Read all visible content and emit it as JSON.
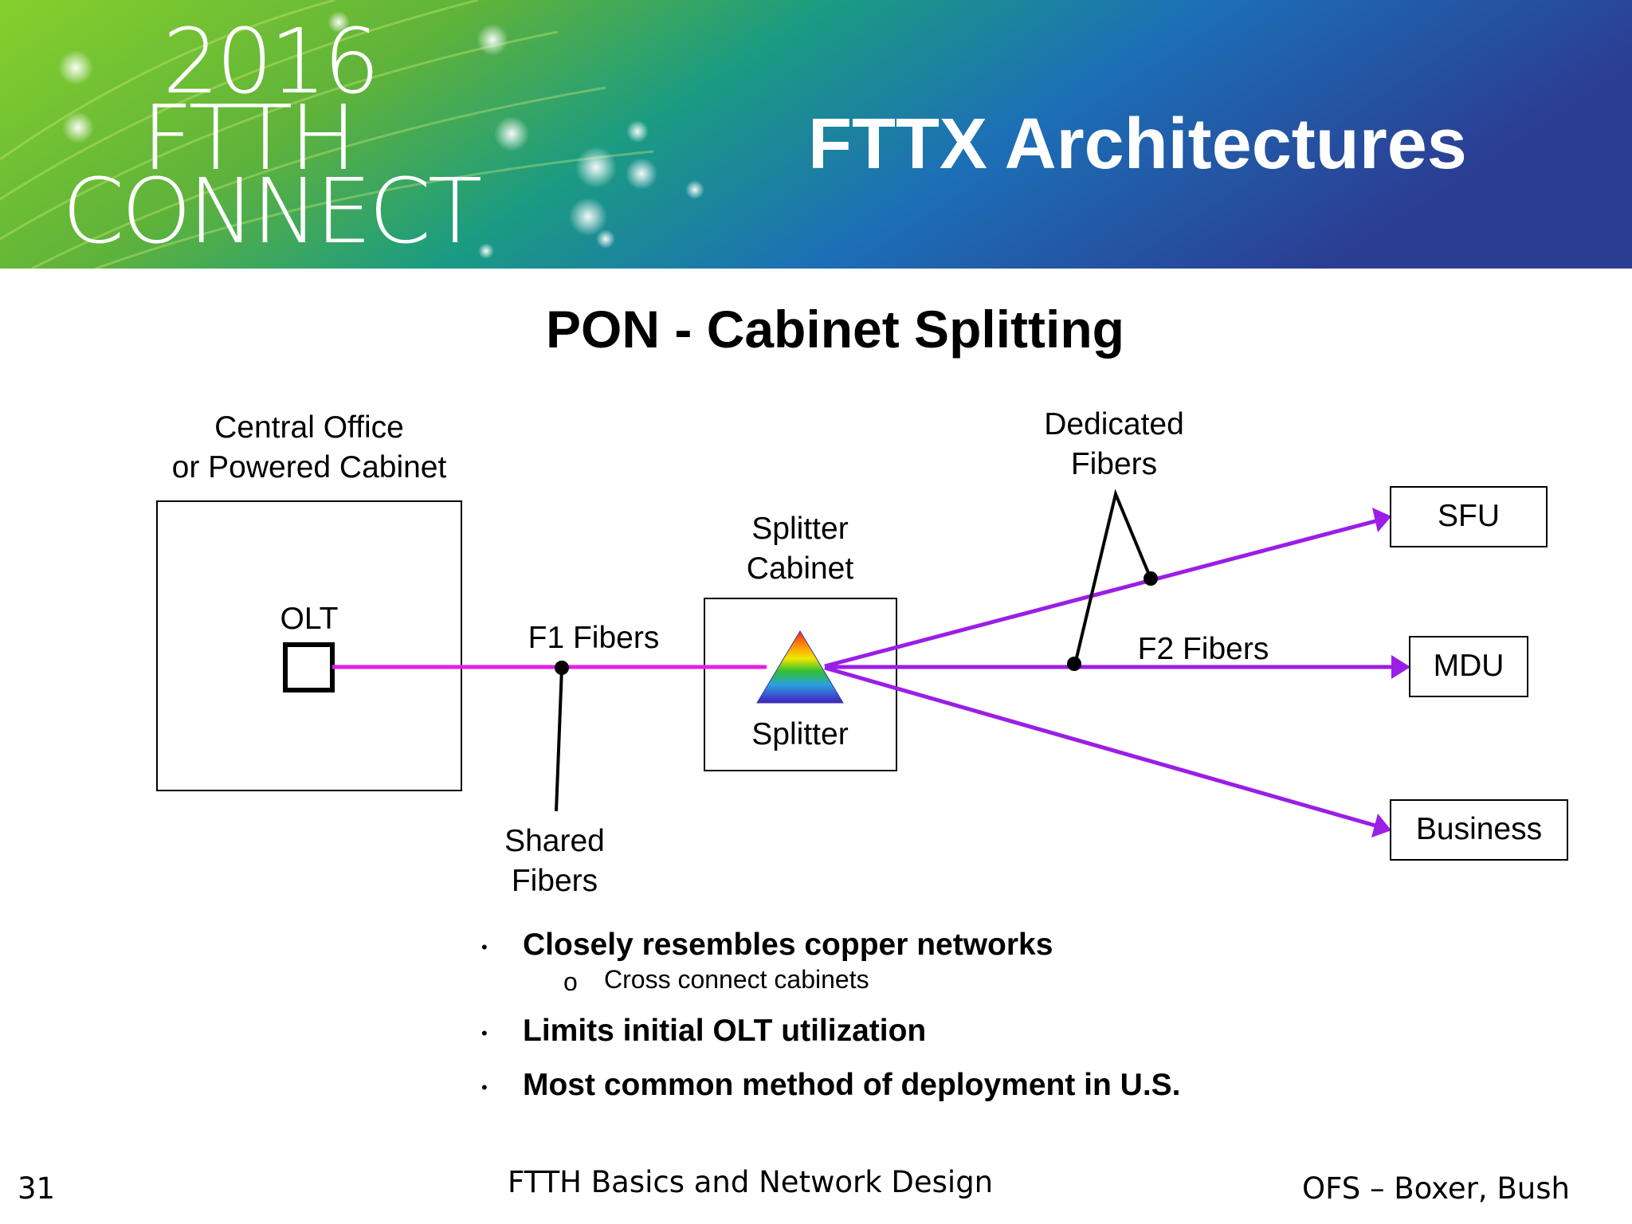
{
  "banner": {
    "logo_year": "2016",
    "logo_line2": "FTTH",
    "logo_line3": "CONNECT",
    "title": "FTTX Architectures",
    "gradient_colors": [
      "#7cc82a",
      "#1a9a7a",
      "#1c6fb6",
      "#2a3f95"
    ]
  },
  "slide_title": "PON - Cabinet Splitting",
  "diagram": {
    "central_office_label_line1": "Central Office",
    "central_office_label_line2": "or Powered Cabinet",
    "olt_label": "OLT",
    "f1_label": "F1 Fibers",
    "shared_label_line1": "Shared",
    "shared_label_line2": "Fibers",
    "splitter_cabinet_line1": "Splitter",
    "splitter_cabinet_line2": "Cabinet",
    "splitter_label": "Splitter",
    "dedicated_label_line1": "Dedicated",
    "dedicated_label_line2": "Fibers",
    "f2_label": "F2 Fibers",
    "endpoints": [
      "SFU",
      "MDU",
      "Business"
    ],
    "f1_color": "#e61ee6",
    "f2_color": "#9b1ee6"
  },
  "bullets": {
    "b1": "Closely resembles copper networks",
    "b1_sub": "Cross connect cabinets",
    "b2": "Limits initial OLT utilization",
    "b3": "Most common method of deployment in U.S."
  },
  "footer": {
    "page_number": "31",
    "center": "FTTH Basics and Network Design",
    "right": "OFS – Boxer, Bush"
  }
}
